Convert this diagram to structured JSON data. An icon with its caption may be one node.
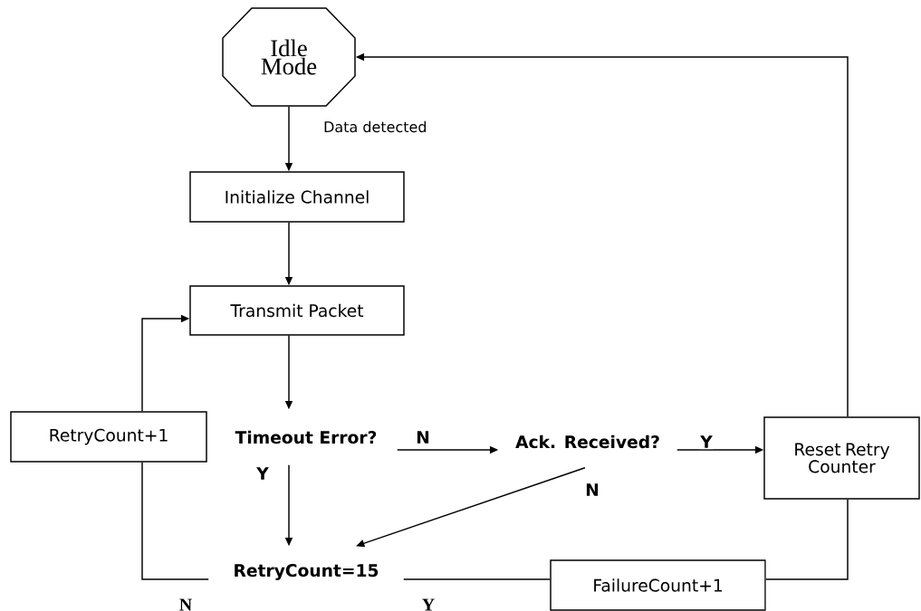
{
  "diagram": {
    "nodes": [
      {
        "text": [
          "Idle Mode"
        ]
      },
      {
        "text": [
          "Initialize Channel"
        ]
      },
      {
        "text": [
          "Transmit Packet"
        ]
      },
      {
        "text": [
          "Timeout Error?"
        ]
      },
      {
        "text": [
          "Ack. Received?"
        ]
      },
      {
        "text": [
          "Reset Retry Counter"
        ]
      },
      {
        "text": [
          "RetryCount=15"
        ]
      },
      {
        "text": [
          "FailureCount+1"
        ]
      },
      {
        "text": [
          "RetryCount+1"
        ]
      }
    ],
    "edges": [
      {
        "from": 0,
        "to": 1,
        "arrow": "to",
        "label": "Data detected"
      },
      {
        "from": 1,
        "to": 2,
        "arrow": "to"
      },
      {
        "from": 2,
        "to": 3,
        "arrow": "to"
      },
      {
        "from": 3,
        "to": 4,
        "arrow": "to",
        "label": "N"
      },
      {
        "from": 4,
        "to": 5,
        "arrow": "to",
        "label": "Y"
      },
      {
        "from": 3,
        "to": 6,
        "arrow": "to",
        "label": "Y"
      },
      {
        "from": 4,
        "to": 6,
        "arrow": "to",
        "label": "N"
      },
      {
        "from": 6,
        "to": 8,
        "arrow": "none",
        "label": "N"
      },
      {
        "from": 8,
        "to": 2,
        "arrow": "to"
      },
      {
        "from": 6,
        "to": 7,
        "arrow": "none",
        "label": "Y"
      },
      {
        "from": 7,
        "to": 5,
        "arrow": "none"
      },
      {
        "from": 5,
        "to": 0,
        "arrow": "to"
      }
    ]
  }
}
